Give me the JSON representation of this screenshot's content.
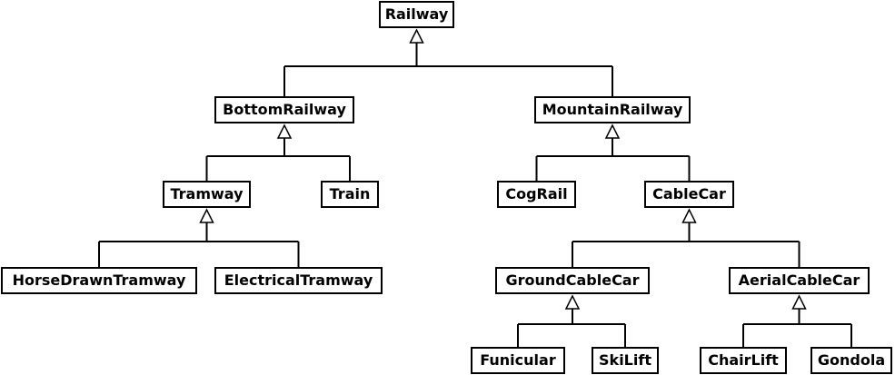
{
  "diagram": {
    "type": "class-hierarchy",
    "line_color": "#000000",
    "box_color": "#ffffff",
    "nodes": {
      "railway": "Railway",
      "bottom_railway": "BottomRailway",
      "mountain_railway": "MountainRailway",
      "tramway": "Tramway",
      "train": "Train",
      "cog_rail": "CogRail",
      "cable_car": "CableCar",
      "horse_drawn_tramway": "HorseDrawnTramway",
      "electrical_tramway": "ElectricalTramway",
      "ground_cable_car": "GroundCableCar",
      "aerial_cable_car": "AerialCableCar",
      "funicular": "Funicular",
      "ski_lift": "SkiLift",
      "chair_lift": "ChairLift",
      "gondola": "Gondola"
    },
    "inheritance": [
      {
        "parent": "railway",
        "children": [
          "bottom_railway",
          "mountain_railway"
        ]
      },
      {
        "parent": "bottom_railway",
        "children": [
          "tramway",
          "train"
        ]
      },
      {
        "parent": "mountain_railway",
        "children": [
          "cog_rail",
          "cable_car"
        ]
      },
      {
        "parent": "tramway",
        "children": [
          "horse_drawn_tramway",
          "electrical_tramway"
        ]
      },
      {
        "parent": "cable_car",
        "children": [
          "ground_cable_car",
          "aerial_cable_car"
        ]
      },
      {
        "parent": "ground_cable_car",
        "children": [
          "funicular",
          "ski_lift"
        ]
      },
      {
        "parent": "aerial_cable_car",
        "children": [
          "chair_lift",
          "gondola"
        ]
      }
    ]
  }
}
